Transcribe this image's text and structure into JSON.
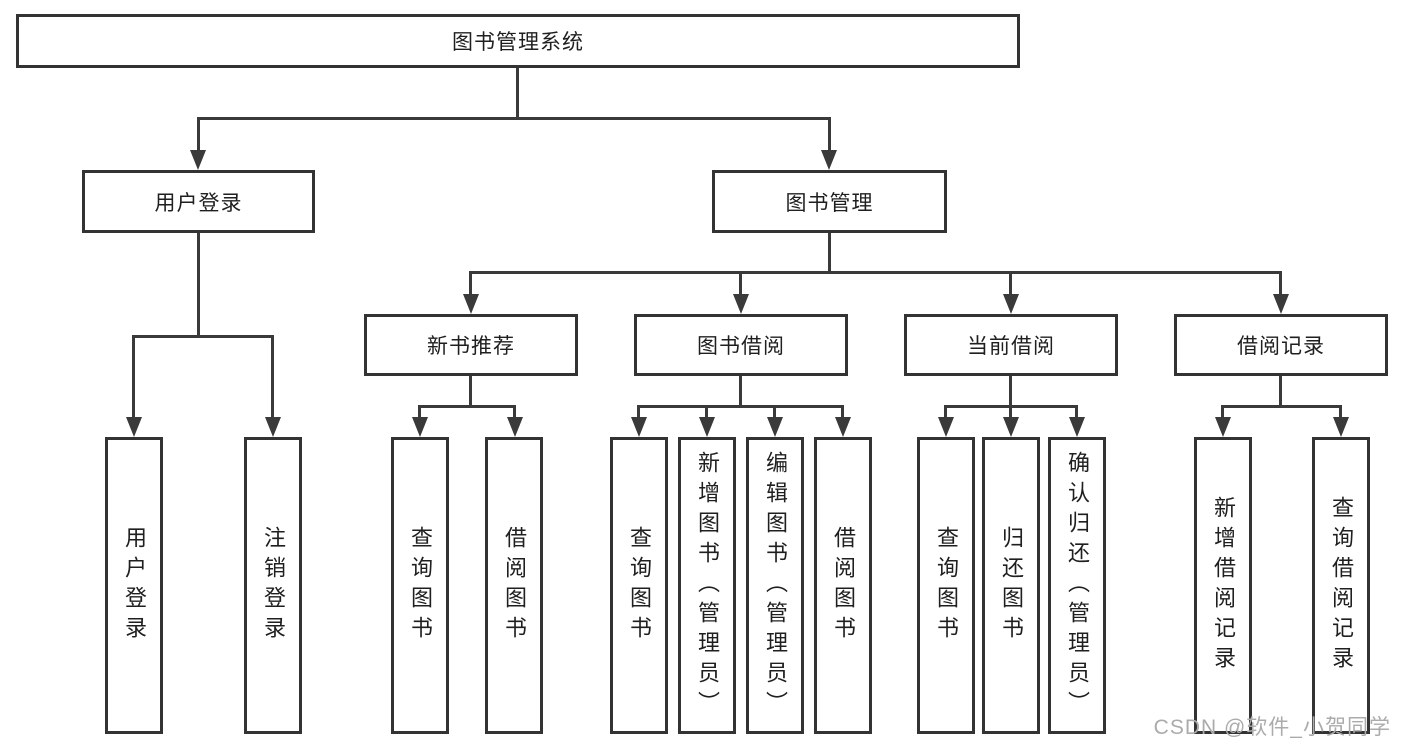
{
  "tree": {
    "root": "图书管理系统",
    "children": [
      {
        "label": "用户登录",
        "children": [
          {
            "label": "用户登录"
          },
          {
            "label": "注销登录"
          }
        ]
      },
      {
        "label": "图书管理",
        "children": [
          {
            "label": "新书推荐",
            "children": [
              {
                "label": "查询图书"
              },
              {
                "label": "借阅图书"
              }
            ]
          },
          {
            "label": "图书借阅",
            "children": [
              {
                "label": "查询图书"
              },
              {
                "label": "新增图书（管理员）"
              },
              {
                "label": "编辑图书（管理员）"
              },
              {
                "label": "借阅图书"
              }
            ]
          },
          {
            "label": "当前借阅",
            "children": [
              {
                "label": "查询图书"
              },
              {
                "label": "归还图书"
              },
              {
                "label": "确认归还（管理员）"
              }
            ]
          },
          {
            "label": "借阅记录",
            "children": [
              {
                "label": "新增借阅记录"
              },
              {
                "label": "查询借阅记录"
              }
            ]
          }
        ]
      }
    ]
  },
  "watermark": {
    "text": "CSDN @软件_小贺同学"
  },
  "colors": {
    "line": "#3a3a3a",
    "box_border": "#333333",
    "text": "#1f1f1f",
    "watermark": "#ababab",
    "background": "#ffffff"
  }
}
